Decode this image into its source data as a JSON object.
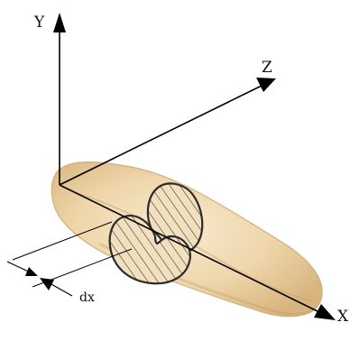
{
  "diagram": {
    "axes": {
      "y_label": "Y",
      "z_label": "Z",
      "x_label": "X"
    },
    "dimension": {
      "label": "dx"
    },
    "colors": {
      "grain_light": "#f3e1c0",
      "grain_mid": "#e6c795",
      "grain_shadow": "#c9a06a",
      "outline": "#2b2b2b",
      "axis": "#000000"
    }
  }
}
